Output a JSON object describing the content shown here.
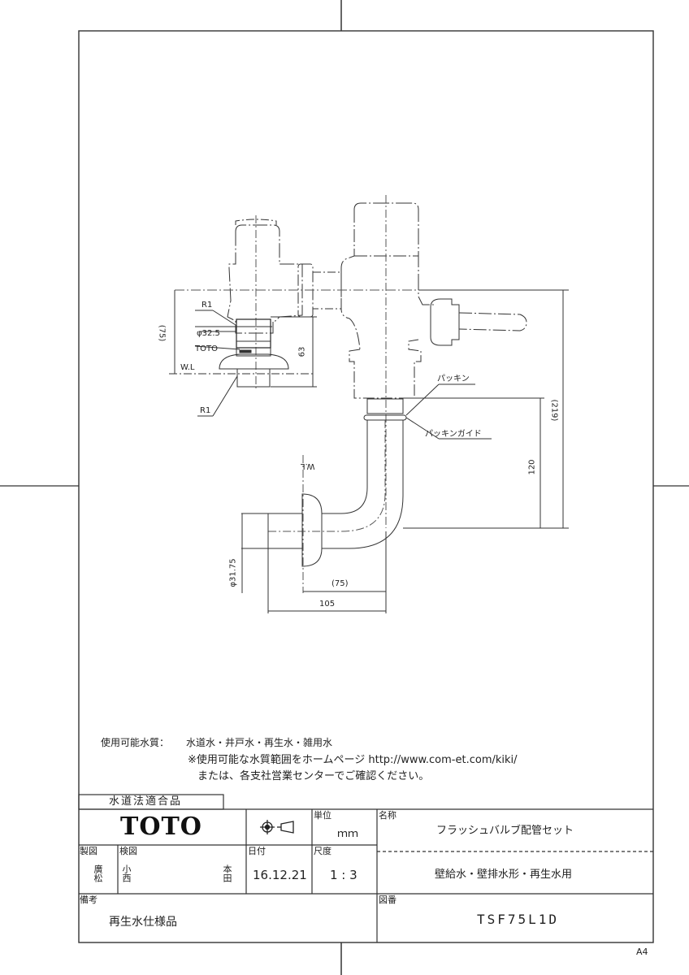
{
  "notes": {
    "water_types_label": "使用可能水質：",
    "water_types_value": "水道水・井戸水・再生水・雑用水",
    "note_line1": "※使用可能な水質範囲をホームページ http://www.com-et.com/kiki/",
    "note_line2": "または、各支社営業センターでご確認ください。"
  },
  "drawing_labels": {
    "r1_top": "R1",
    "r1_bottom": "R1",
    "phi_32_5": "φ32.5",
    "toto_mark": "TOTO",
    "wl_left": "W.L",
    "wl_lower": "W.L",
    "dim_75_left": "(75)",
    "dim_63": "63",
    "dim_219": "(219)",
    "dim_120": "120",
    "packing": "パッキン",
    "packing_guide": "パッキンガイド",
    "phi_31_75": "φ31.75",
    "dim_75_bottom": "(75)",
    "dim_105": "105"
  },
  "title_block": {
    "compliance": "水道法適合品",
    "brand": "TOTO",
    "unit_label": "単位",
    "unit_value": "ｍｍ",
    "name_label": "名称",
    "name_value": "フラッシュバルブ配管セット",
    "subname_value": "壁給水・壁排水形・再生水用",
    "drafted_label": "製図",
    "drafted_stamp": "廣松",
    "checked_label": "検図",
    "checked_stamp1": "小西",
    "checked_stamp2": "本田",
    "date_label": "日付",
    "date_value": "16.12.21",
    "scale_label": "尺度",
    "scale_value": "1 : 3",
    "remarks_label": "備考",
    "remarks_value": "再生水仕様品",
    "drawing_no_label": "図番",
    "drawing_no_value": "TSF75L1D"
  },
  "paper_size": "A4"
}
